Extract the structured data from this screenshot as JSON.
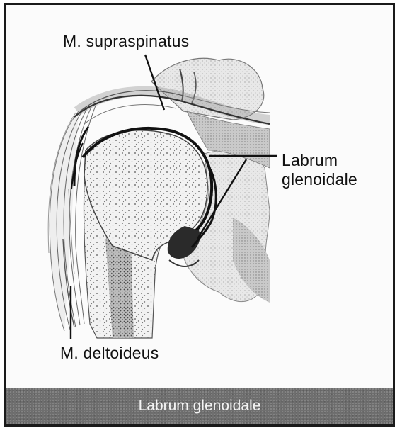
{
  "labels": {
    "supraspinatus": "M. supraspinatus",
    "labrum_line1": "Labrum",
    "labrum_line2": "glenoidale",
    "deltoideus": "M. deltoideus"
  },
  "caption": "Labrum glenoidale"
}
